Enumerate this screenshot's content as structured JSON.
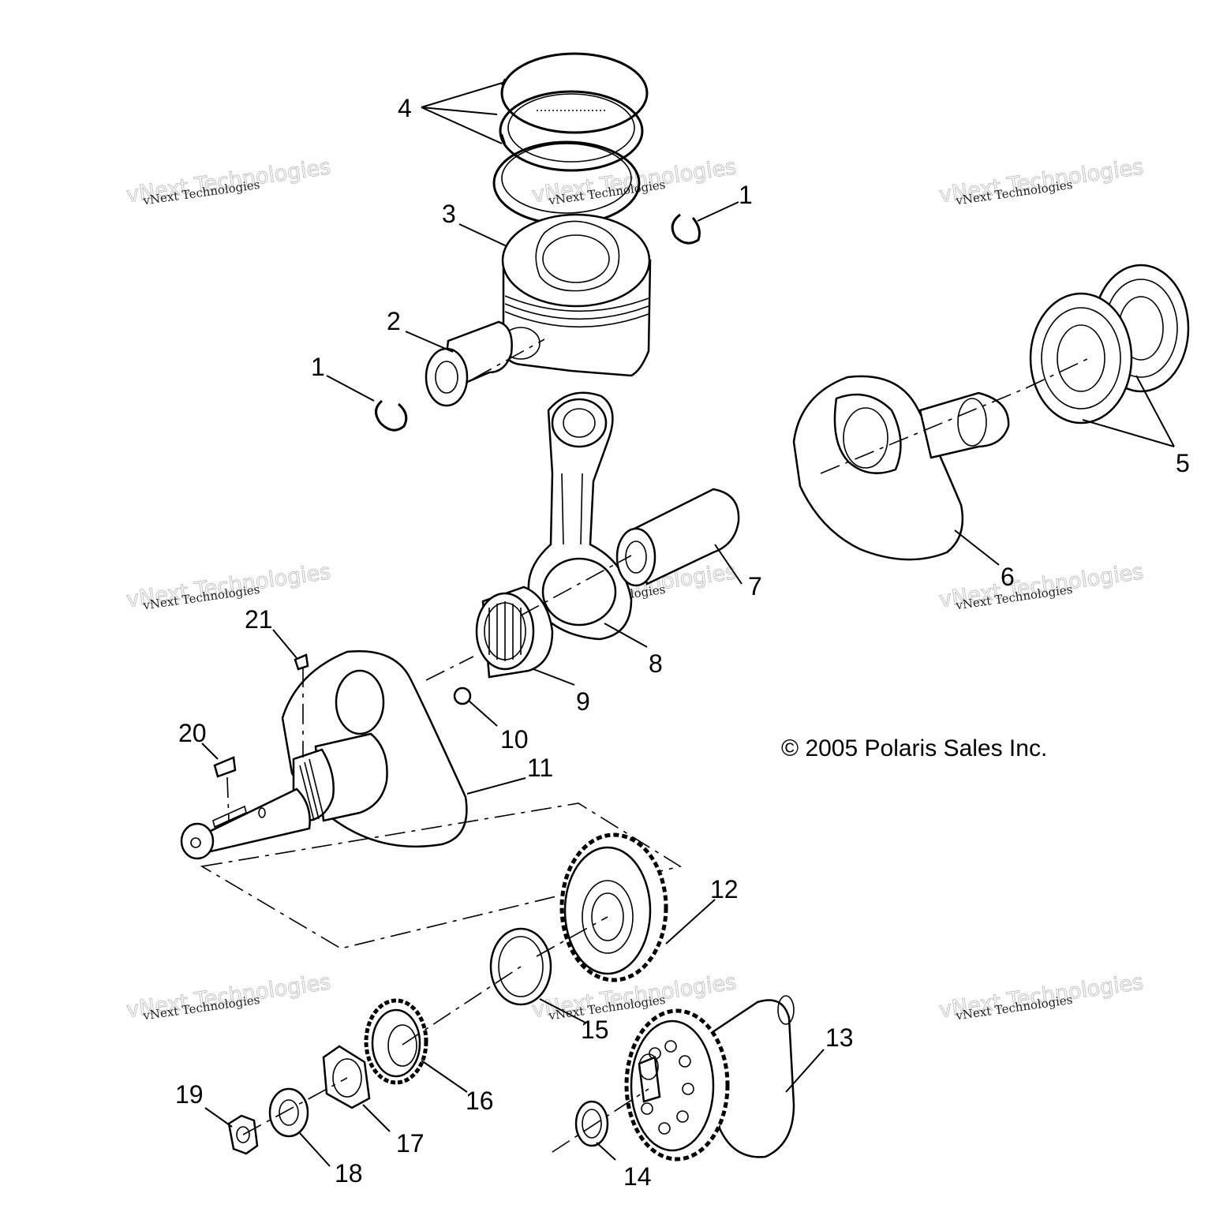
{
  "copyright": "© 2005 Polaris Sales Inc.",
  "watermark": {
    "line1": "vNext Technologies",
    "line2": "vNext Technologies"
  },
  "callouts": {
    "c1a": "1",
    "c1b": "1",
    "c2": "2",
    "c3": "3",
    "c4": "4",
    "c5": "5",
    "c6": "6",
    "c7": "7",
    "c8": "8",
    "c9": "9",
    "c10": "10",
    "c11": "11",
    "c12": "12",
    "c13": "13",
    "c14": "14",
    "c15": "15",
    "c16": "16",
    "c17": "17",
    "c18": "18",
    "c19": "19",
    "c20": "20",
    "c21": "21"
  }
}
